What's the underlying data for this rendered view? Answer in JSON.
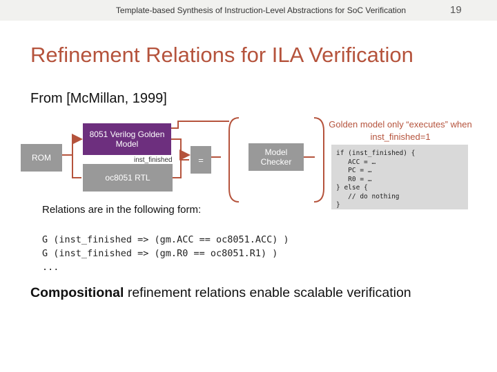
{
  "header": {
    "text": "Template-based Synthesis of Instruction-Level Abstractions for SoC Verification",
    "page_number": "19"
  },
  "title": "Refinement Relations for ILA Verification",
  "subtitle": "From [McMillan, 1999]",
  "diagram": {
    "rom_label": "ROM",
    "golden_model_label": "8051 Verilog Golden Model",
    "inst_finished_label": "inst_finished",
    "rtl_label": "oc8051 RTL",
    "equals_label": "=",
    "model_checker_label": "Model Checker",
    "golden_note": "Golden model only “executes” when inst_finished=1",
    "code_snippet": "if (inst_finished) {\n   ACC = …\n   PC = …\n   R0 = …\n} else {\n   // do nothing\n}"
  },
  "relations_text": "Relations are in the following form:",
  "relation_code": "G (inst_finished => (gm.ACC == oc8051.ACC) )\nG (inst_finished => (gm.R0 == oc8051.R1) )\n...",
  "conclusion": {
    "bold": "Compositional",
    "rest": " refinement  relations enable scalable verification"
  },
  "colors": {
    "accent": "#b5533c",
    "golden_box": "#6d2f7e",
    "gray_box": "#999999",
    "code_bg": "#d9d9d9"
  }
}
